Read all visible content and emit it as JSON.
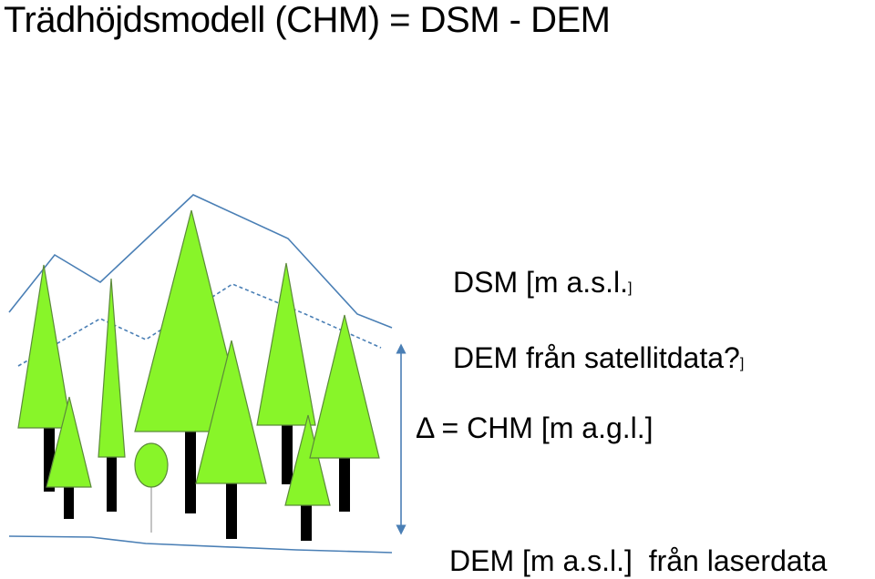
{
  "title": "Trädhöjdsmodell (CHM) = DSM - DEM",
  "labels": {
    "dsm": "DSM [m a.s.l.",
    "dsm_bracket": "]",
    "dem_satellite": "DEM från satellitdata?",
    "dem_satellite_bracket": "]",
    "chm": "Δ = CHM [m a.g.l.]",
    "dem_laser": "DEM [m a.s.l.]  från laserdata"
  },
  "colors": {
    "canopy_fill": "#88f529",
    "canopy_stroke": "#5c8a3a",
    "trunk": "#000000",
    "surface_line": "#4a7fb5",
    "arrow": "#4a7fb5",
    "bush_stem": "#b0b0b0"
  }
}
